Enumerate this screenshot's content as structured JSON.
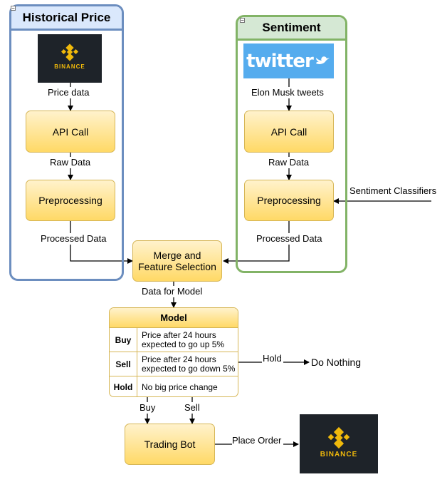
{
  "historical": {
    "title": "Historical Price",
    "logo_text": "BINANCE",
    "label_price": "Price data",
    "api": "API Call",
    "label_raw": "Raw Data",
    "prep": "Preprocessing",
    "label_processed": "Processed Data"
  },
  "sentiment": {
    "title": "Sentiment",
    "logo_text": "twitter",
    "label_tweets": "Elon Musk tweets",
    "api": "API Call",
    "label_raw": "Raw Data",
    "prep": "Preprocessing",
    "label_processed": "Processed Data",
    "classifiers": "Sentiment Classifiers"
  },
  "merge": {
    "text": "Merge and Feature Selection",
    "label_out": "Data for Model"
  },
  "model": {
    "title": "Model",
    "rows": [
      {
        "key": "Buy",
        "desc": "Price after 24 hours expected to go up 5%"
      },
      {
        "key": "Sell",
        "desc": "Price after 24 hours expected to go down 5%"
      },
      {
        "key": "Hold",
        "desc": "No big price change"
      }
    ],
    "hold_label": "Hold",
    "do_nothing": "Do Nothing",
    "buy_label": "Buy",
    "sell_label": "Sell"
  },
  "bot": {
    "text": "Trading Bot",
    "place_order": "Place Order",
    "logo_text": "BINANCE"
  },
  "colors": {
    "blue_border": "#6c8ebf",
    "blue_fill": "#dae8fc",
    "green_border": "#82b366",
    "green_fill": "#d5e8d4",
    "box_border": "#d6b656",
    "binance_bg": "#1e2329",
    "binance_gold": "#f0b90b",
    "twitter_bg": "#55acee"
  }
}
